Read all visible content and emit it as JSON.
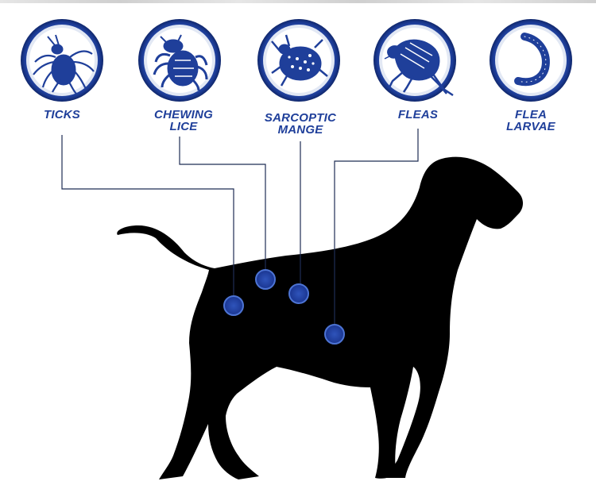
{
  "colors": {
    "blue": "#1f3f9a",
    "ring_light": "#e2e8f4",
    "silhouette": "#000000",
    "leader_line": "#1f2d55"
  },
  "pests": [
    {
      "id": "ticks",
      "label": "TICKS",
      "icon": "tick-icon"
    },
    {
      "id": "chewing-lice",
      "label": "CHEWING\nLICE",
      "icon": "louse-icon"
    },
    {
      "id": "sarcoptic-mange",
      "label": "SARCOPTIC\nMANGE",
      "icon": "mite-icon"
    },
    {
      "id": "fleas",
      "label": "FLEAS",
      "icon": "flea-icon"
    },
    {
      "id": "flea-larvae",
      "label": "FLEA\nLARVAE",
      "icon": "larva-icon"
    }
  ],
  "dog": {
    "icon": "dog-silhouette"
  }
}
